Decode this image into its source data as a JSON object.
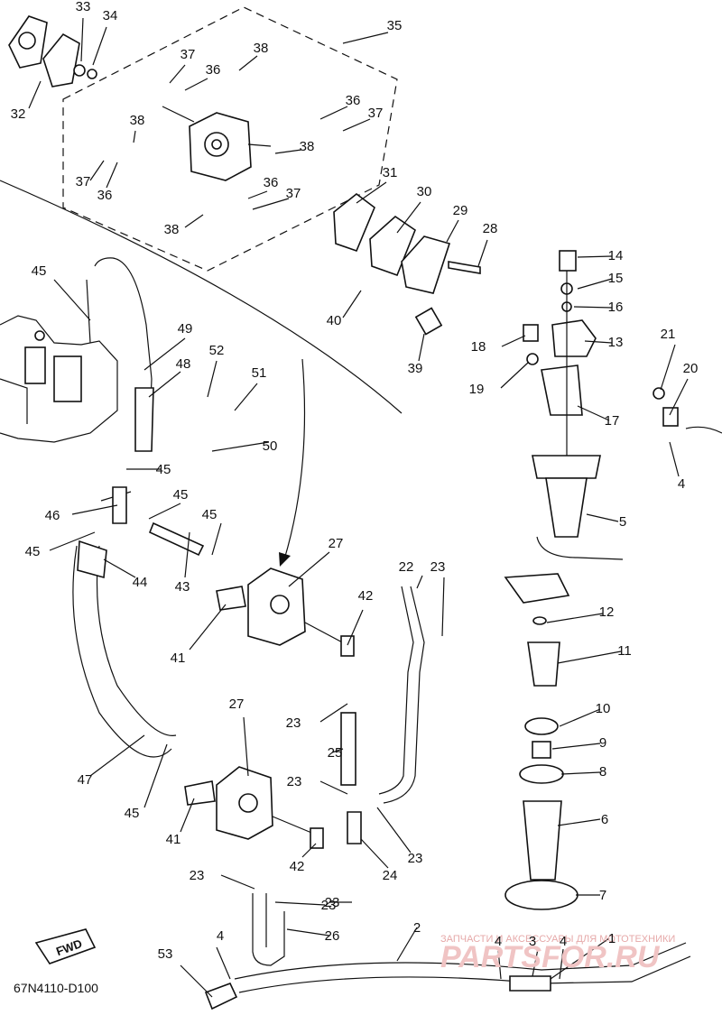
{
  "diagram_code": "67N4110-D100",
  "watermark": {
    "line1": "ЗАПЧАСТИ И АКСЕССУАРЫ ДЛЯ МОТОТЕХНИКИ",
    "line2": "PARTSFOR.RU"
  },
  "fwd_label": "FWD",
  "callouts": [
    "1",
    "2",
    "3",
    "4",
    "4",
    "4",
    "4",
    "5",
    "6",
    "7",
    "8",
    "9",
    "10",
    "11",
    "12",
    "13",
    "14",
    "15",
    "16",
    "17",
    "18",
    "19",
    "20",
    "21",
    "22",
    "23",
    "23",
    "23",
    "23",
    "23",
    "23",
    "23",
    "24",
    "25",
    "26",
    "27",
    "27",
    "28",
    "29",
    "30",
    "31",
    "32",
    "33",
    "34",
    "35",
    "36",
    "36",
    "36",
    "36",
    "37",
    "37",
    "37",
    "37",
    "38",
    "38",
    "38",
    "38",
    "39",
    "40",
    "41",
    "41",
    "42",
    "42",
    "43",
    "44",
    "45",
    "45",
    "45",
    "45",
    "45",
    "45",
    "46",
    "47",
    "48",
    "49",
    "50",
    "51",
    "52",
    "53"
  ]
}
